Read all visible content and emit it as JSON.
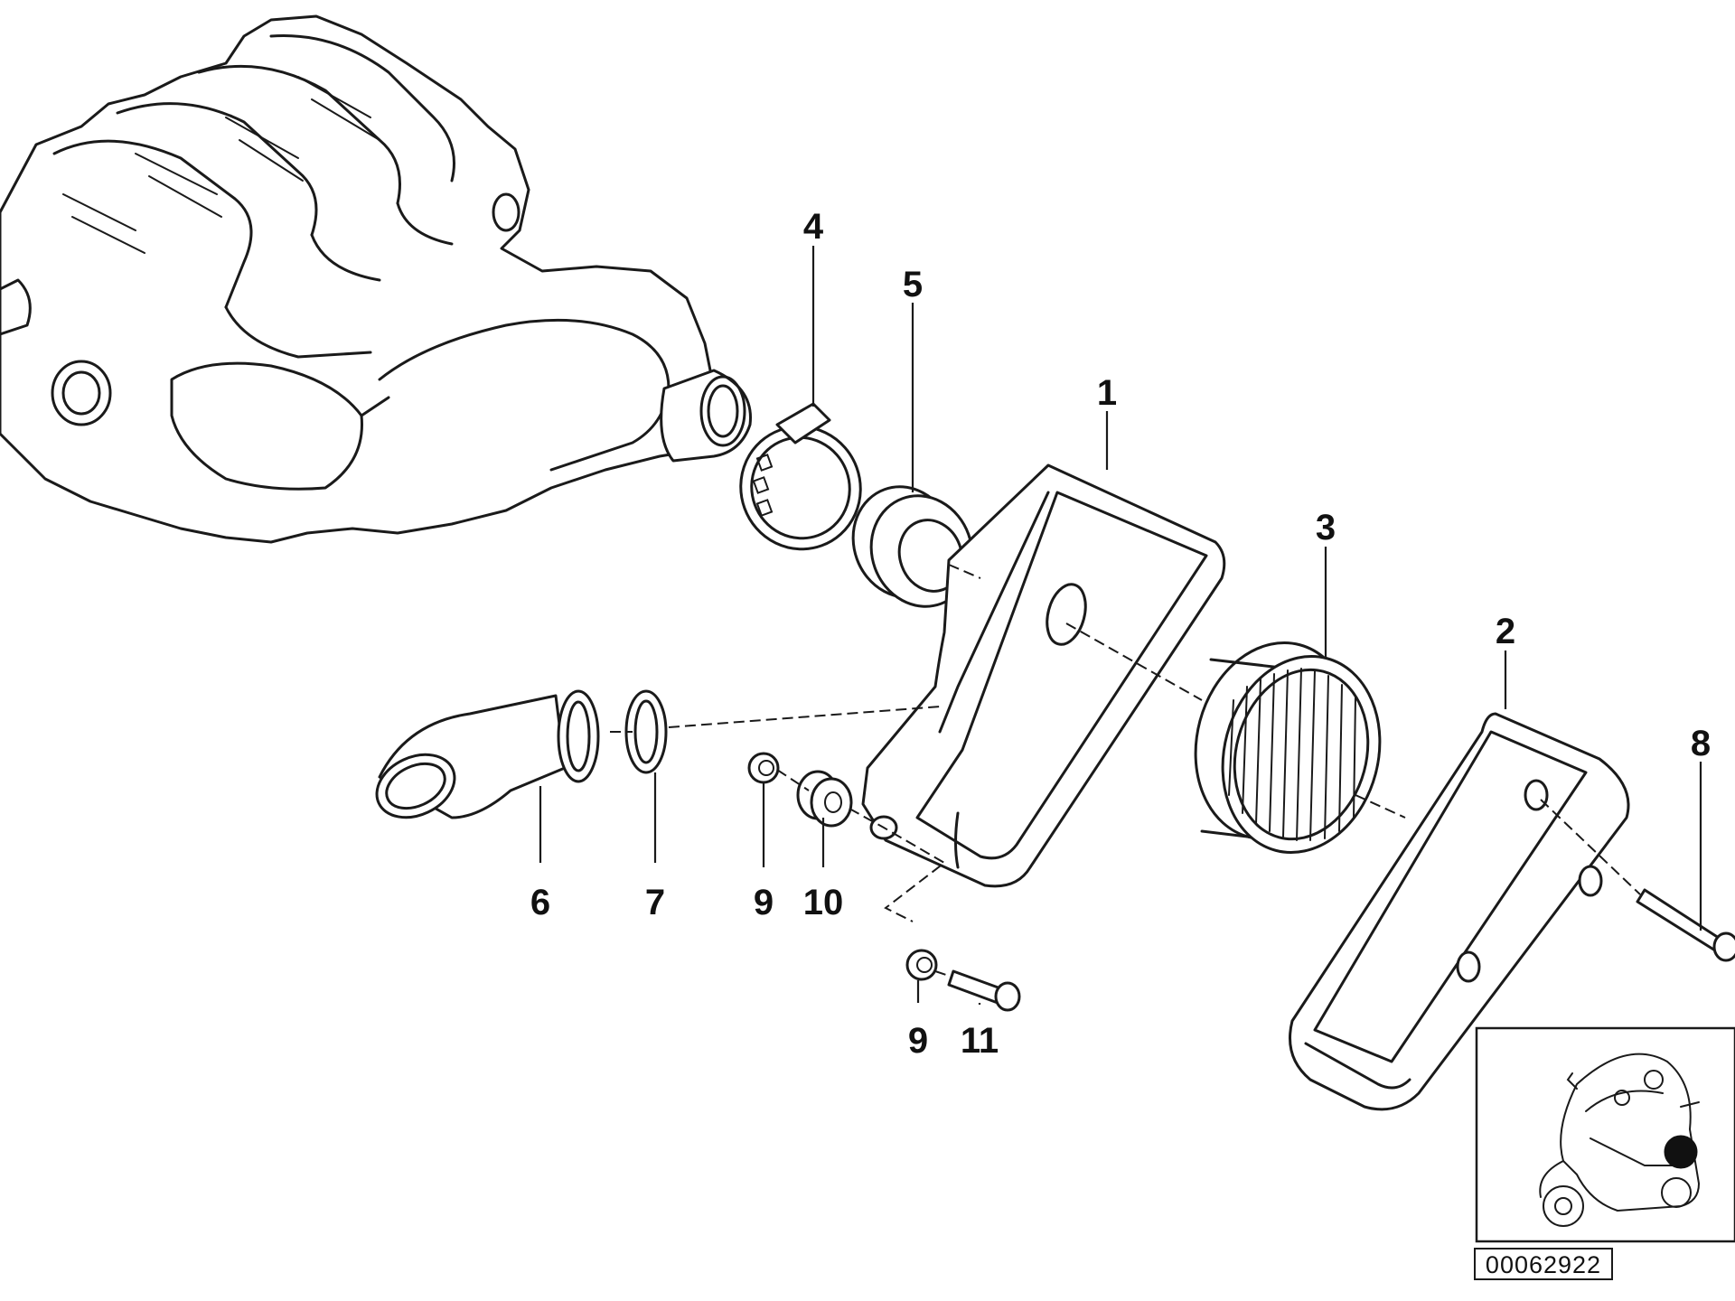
{
  "diagram": {
    "callouts": [
      {
        "id": "1",
        "label": "1"
      },
      {
        "id": "2",
        "label": "2"
      },
      {
        "id": "3",
        "label": "3"
      },
      {
        "id": "4",
        "label": "4"
      },
      {
        "id": "5",
        "label": "5"
      },
      {
        "id": "6",
        "label": "6"
      },
      {
        "id": "7",
        "label": "7"
      },
      {
        "id": "8",
        "label": "8"
      },
      {
        "id": "9a",
        "label": "9"
      },
      {
        "id": "10",
        "label": "10"
      },
      {
        "id": "9b",
        "label": "9"
      },
      {
        "id": "11",
        "label": "11"
      }
    ],
    "reference_number": "00062922"
  }
}
